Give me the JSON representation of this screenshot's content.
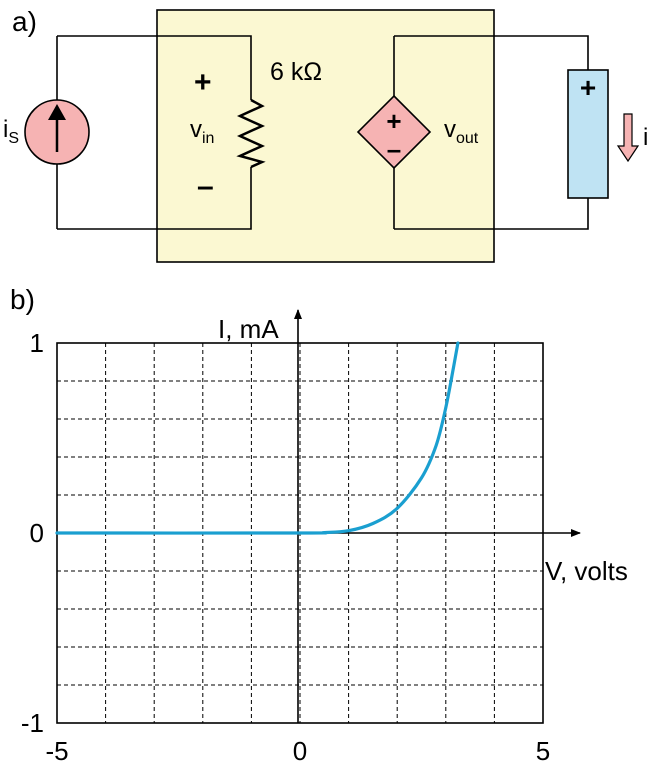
{
  "part_a": {
    "label": "a)",
    "source_label": "i",
    "source_label_sub": "S",
    "resistor_value": "6 kΩ",
    "vin_plus": "+",
    "vin_minus": "–",
    "vin_label": "v",
    "vin_label_sub": "in",
    "dep_plus": "+",
    "dep_minus": "–",
    "vout_label": "v",
    "vout_label_sub": "out",
    "load_plus": "+",
    "load_current_label": "i",
    "colors": {
      "box_fill": "#fbf8d2",
      "source_fill": "#f6b3b3",
      "load_fill": "#bfe3f3",
      "arrow_fill": "#f6b3b3"
    }
  },
  "part_b": {
    "label": "b)",
    "chart_data": {
      "type": "line",
      "xlabel": "V, volts",
      "ylabel": "I, mA",
      "xlim": [
        -5,
        5
      ],
      "ylim": [
        -1,
        1
      ],
      "x_tick_labels": [
        "-5",
        "0",
        "5"
      ],
      "y_tick_labels": [
        "-1",
        "0",
        "1"
      ],
      "grid": true,
      "series": [
        {
          "color": "#1a9fd0",
          "x": [
            -5,
            0,
            0.5,
            1.0,
            1.5,
            2.0,
            2.5,
            2.8,
            3.0,
            3.15,
            3.25
          ],
          "y": [
            0,
            0,
            0.002,
            0.012,
            0.05,
            0.13,
            0.29,
            0.46,
            0.66,
            0.86,
            1.0
          ]
        }
      ]
    }
  }
}
